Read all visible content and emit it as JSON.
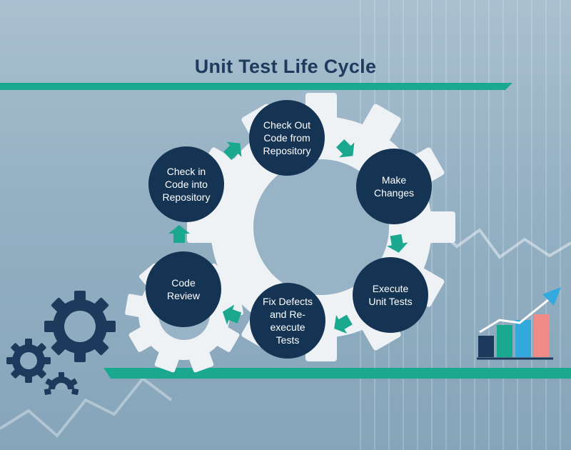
{
  "title": "Unit Test Life Cycle",
  "steps": [
    {
      "id": "checkout",
      "label": "Check Out\nCode from\nRepository"
    },
    {
      "id": "changes",
      "label": "Make\nChanges"
    },
    {
      "id": "execute",
      "label": "Execute\nUnit Tests"
    },
    {
      "id": "fix",
      "label": "Fix Defects\nand Re-execute\nTests"
    },
    {
      "id": "review",
      "label": "Code\nReview"
    },
    {
      "id": "checkin",
      "label": "Check in\nCode into\nRepository"
    }
  ],
  "colors": {
    "node": "#153454",
    "accent": "#1aa88f",
    "gear_light": "#eef2f5",
    "gear_dark": "#1b3a5c",
    "title": "#1e3a5c"
  },
  "icons": [
    "gear-icon",
    "growth-chart-icon",
    "arrow-icon"
  ]
}
